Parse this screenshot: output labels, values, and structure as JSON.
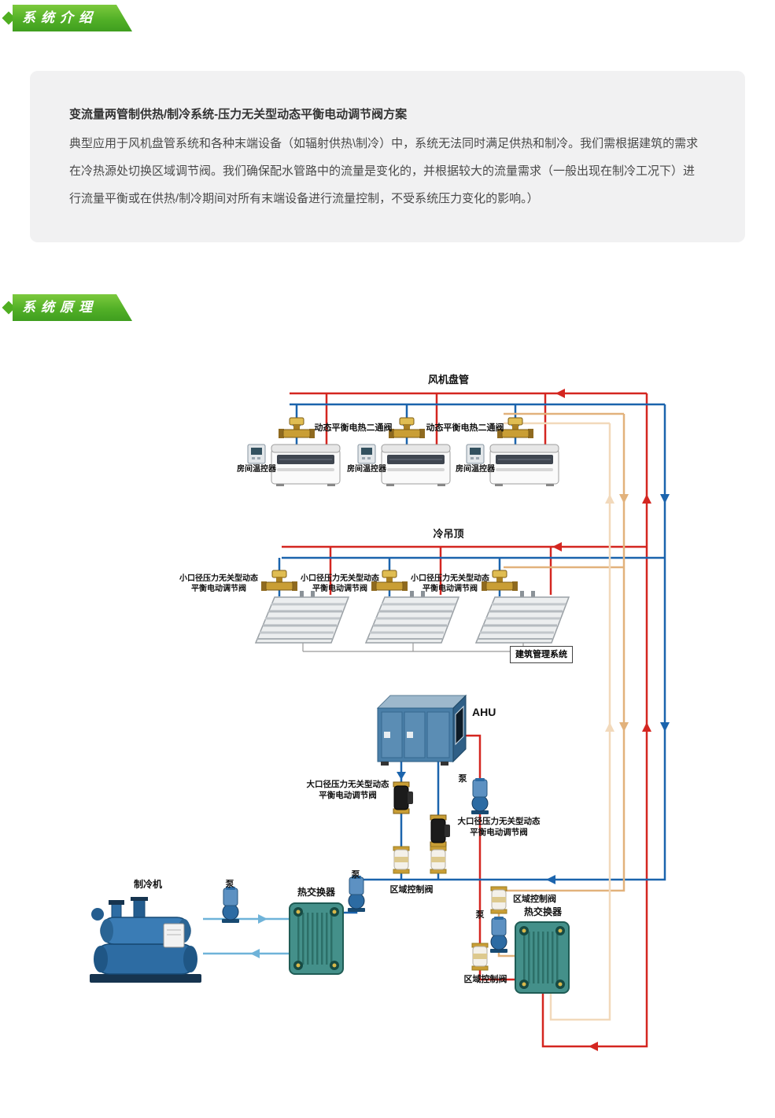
{
  "banners": {
    "intro": "系统介绍",
    "principle": "系统原理"
  },
  "intro": {
    "title": "变流量两管制供热/制冷系统-压力无关型动态平衡电动调节阀方案",
    "body": "典型应用于风机盘管系统和各种末端设备（如辐射供热\\制冷）中，系统无法同时满足供热和制冷。我们需根据建筑的需求在冷热源处切换区域调节阀。我们确保配水管路中的流量是变化的，并根据较大的流量需求（一般出现在制冷工况下）进行流量平衡或在供热/制冷期间对所有末端设备进行流量控制，不受系统压力变化的影响。）"
  },
  "diagram": {
    "labels": {
      "fan_coil_header": "风机盘管",
      "dyn_balance_valve": "动态平衡电热二通阀",
      "room_thermostat": "房间温控器",
      "chilled_ceiling_header": "冷吊顶",
      "small_bore_valve": "小口径压力无关型动态平衡电动调节阀",
      "bms": "建筑管理系统",
      "ahu": "AHU",
      "large_bore_valve": "大口径压力无关型动态平衡电动调节阀",
      "pump": "泵",
      "zone_valve": "区域控制阀",
      "chiller": "制冷机",
      "heat_exchanger": "热交换器"
    },
    "colors": {
      "hot_supply": "#d42620",
      "chilled_supply": "#1b64ad",
      "chilled_return": "#6fb3d9",
      "hot_return": "#e2b27c",
      "warm_return_light": "#f2d9bb",
      "connector_gray": "#999999"
    }
  }
}
